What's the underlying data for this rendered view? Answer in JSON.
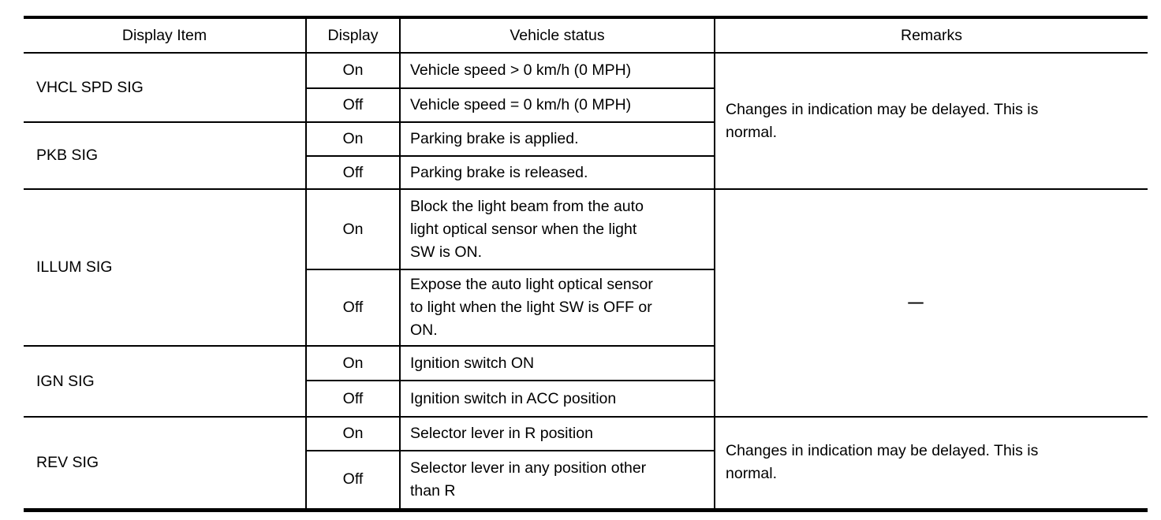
{
  "table": {
    "headers": [
      "Display Item",
      "Display",
      "Vehicle status",
      "Remarks"
    ],
    "groups": [
      {
        "item": "VHCL SPD SIG",
        "rows": [
          {
            "display": "On",
            "status": "Vehicle speed > 0 km/h (0 MPH)"
          },
          {
            "display": "Off",
            "status": "Vehicle speed = 0 km/h (0 MPH)"
          }
        ]
      },
      {
        "item": "PKB SIG",
        "rows": [
          {
            "display": "On",
            "status": "Parking brake is applied."
          },
          {
            "display": "Off",
            "status": "Parking brake is released."
          }
        ]
      },
      {
        "item": "ILLUM SIG",
        "rows": [
          {
            "display": "On",
            "status": "Block the light beam from the auto\nlight optical sensor when the light\nSW is ON."
          },
          {
            "display": "Off",
            "status": "Expose the auto light optical sensor\nto light when the light SW is OFF or\nON."
          }
        ]
      },
      {
        "item": "IGN SIG",
        "rows": [
          {
            "display": "On",
            "status": "Ignition switch ON"
          },
          {
            "display": "Off",
            "status": "Ignition switch in ACC position"
          }
        ]
      },
      {
        "item": "REV SIG",
        "rows": [
          {
            "display": "On",
            "status": "Selector lever in R position"
          },
          {
            "display": "Off",
            "status": "Selector lever in any position other\nthan R"
          }
        ]
      }
    ],
    "remarks": [
      "Changes in indication may be delayed. This is\nnormal.",
      "—",
      "Changes in indication may be delayed. This is\nnormal."
    ],
    "colors": {
      "border": "#000000",
      "text": "#000000",
      "background": "#ffffff"
    }
  }
}
